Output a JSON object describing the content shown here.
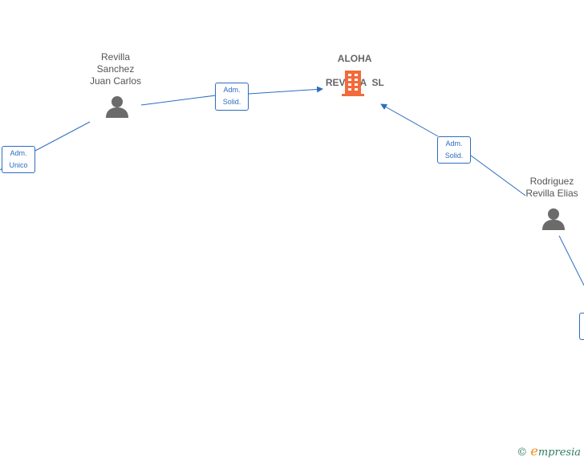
{
  "company": {
    "name_line1": "ALOHA",
    "name_line2": "REVILLA  SL",
    "icon": "building-icon",
    "icon_color": "#f26b3a"
  },
  "people": [
    {
      "id": "revilla",
      "lines": [
        "Revilla",
        "Sanchez",
        "Juan Carlos"
      ],
      "icon": "person-icon"
    },
    {
      "id": "rodriguez",
      "lines": [
        "Rodriguez",
        "Revilla Elias"
      ],
      "icon": "person-icon"
    }
  ],
  "edges": [
    {
      "id": "revilla-to-company",
      "line1": "Adm.",
      "line2": "Solid."
    },
    {
      "id": "rodriguez-to-company",
      "line1": "Adm.",
      "line2": "Solid."
    },
    {
      "id": "offscreen-to-revilla",
      "line1": "Adm.",
      "line2": "Unico"
    },
    {
      "id": "offscreen-to-rodriguez",
      "line1": "",
      "line2": ""
    }
  ],
  "colors": {
    "edge": "#2d6dbf",
    "person": "#6b6b6b"
  },
  "watermark": {
    "symbol": "©",
    "brand_initial": "e",
    "brand_rest": "mpresia"
  }
}
